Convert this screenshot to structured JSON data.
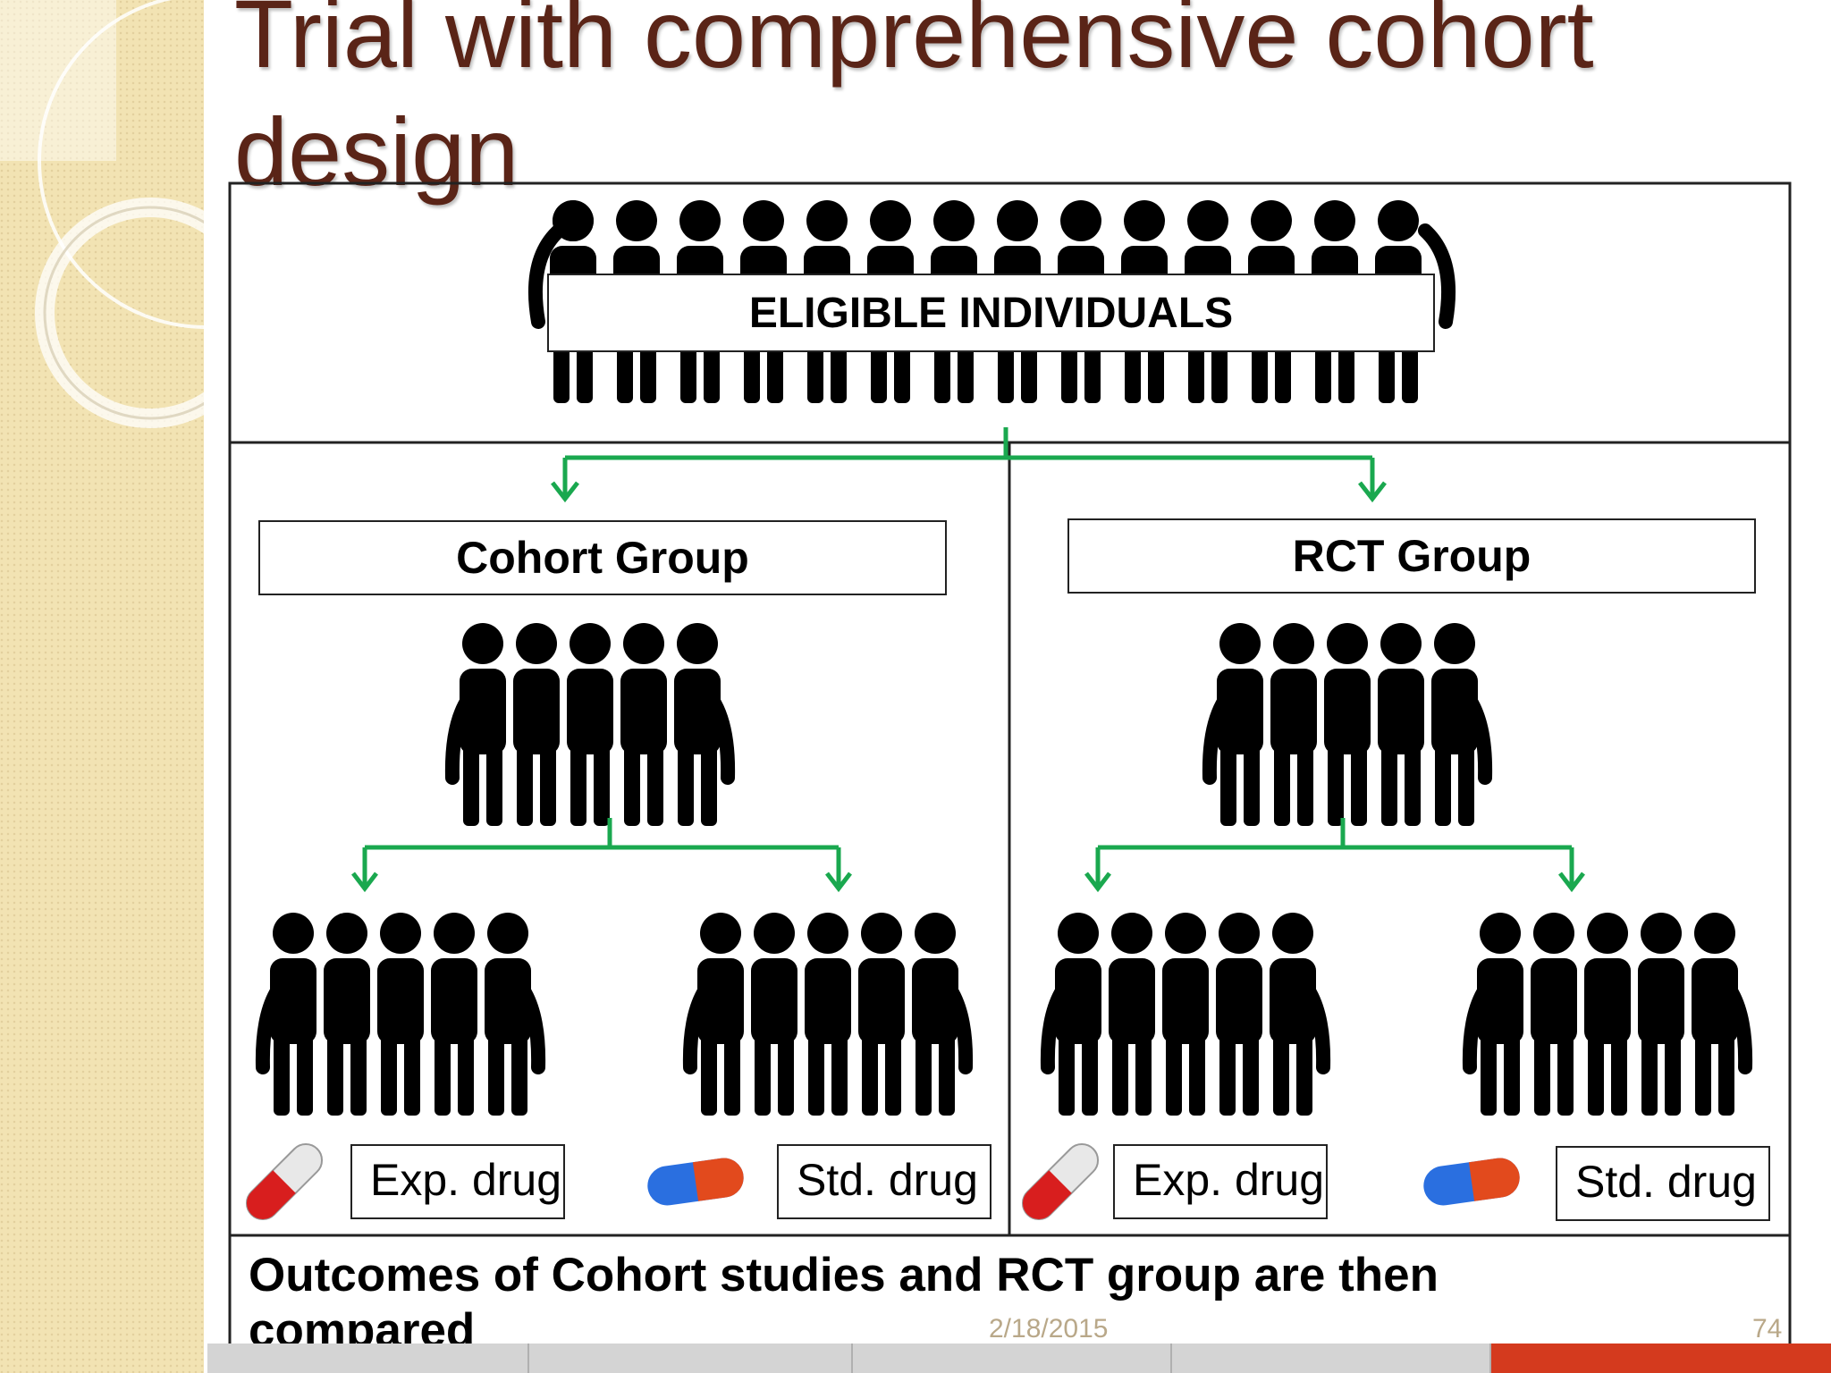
{
  "slide": {
    "title": "Trial with comprehensive cohort design",
    "eligible_label": "ELIGIBLE INDIVIDUALS",
    "cohort_group_label": "Cohort Group",
    "rct_group_label": "RCT Group",
    "exp_drug_label_cohort": "Exp. drug",
    "std_drug_label_cohort": "Std. drug",
    "exp_drug_label_rct": "Exp. drug",
    "std_drug_label_rct": "Std. drug",
    "outcome_text": "Outcomes of Cohort studies and RCT group are then compared",
    "date": "2/18/2015",
    "page_number": "74"
  },
  "colors": {
    "title": "#5a2417",
    "arrow": "#1aa84f",
    "background_band": "#f2e3b3",
    "accent_bar": "#d43a1e",
    "footer_text": "#b9a889"
  },
  "icons": {
    "people": "people-group-icon",
    "experimental_drug": "red-white-capsule-icon",
    "standard_drug": "blue-red-capsule-icon"
  }
}
